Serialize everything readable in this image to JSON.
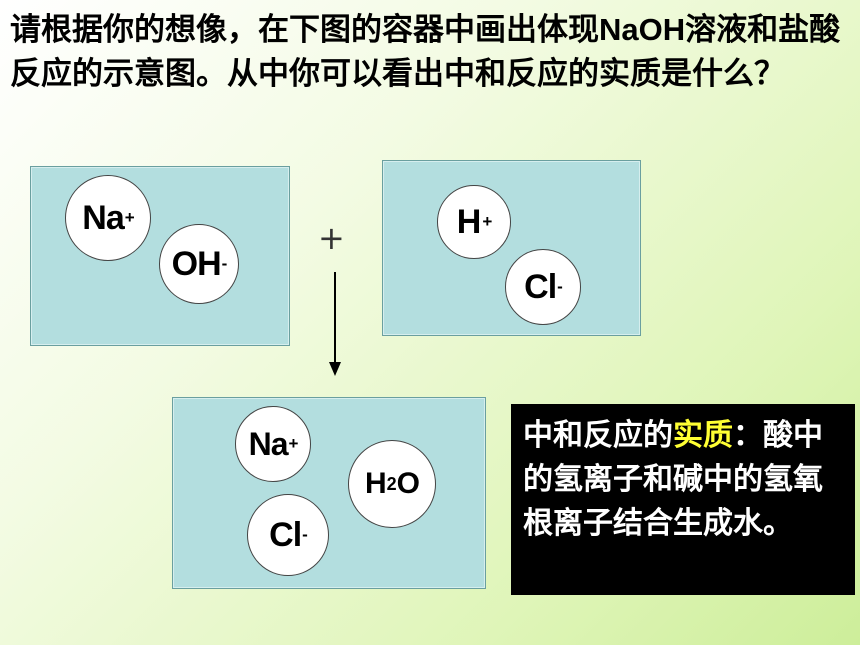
{
  "question": {
    "text_before": "请根据你的想像，在下图的容器中画出体现",
    "naoh": "NaOH",
    "text_after": "溶液和盐酸反应的示意图。从中你可以看出中和反应的实质是什么？"
  },
  "beaker_naoh": {
    "ion_na": {
      "symbol": "Na",
      "charge": "+"
    },
    "ion_oh": {
      "symbol": "OH",
      "charge": "-"
    }
  },
  "beaker_hcl": {
    "ion_h": {
      "symbol": "H",
      "charge": "+"
    },
    "ion_cl": {
      "symbol": "Cl",
      "charge": "-"
    }
  },
  "plus_sign": "+",
  "beaker_result": {
    "ion_na": {
      "symbol": "Na",
      "charge": "+"
    },
    "ion_cl": {
      "symbol": "Cl",
      "charge": "-"
    },
    "water": {
      "h": "H",
      "sub": "2",
      "o": "O"
    }
  },
  "conclusion": {
    "prefix": "中和反应的",
    "highlight": "实质",
    "colon": "：",
    "body": "酸中的氢离子和碱中的氢氧根离子结合生成水。"
  },
  "colors": {
    "beaker_fill": "#b3dedf",
    "highlight": "#ffff33"
  },
  "icons": [
    "down-arrow-icon"
  ]
}
